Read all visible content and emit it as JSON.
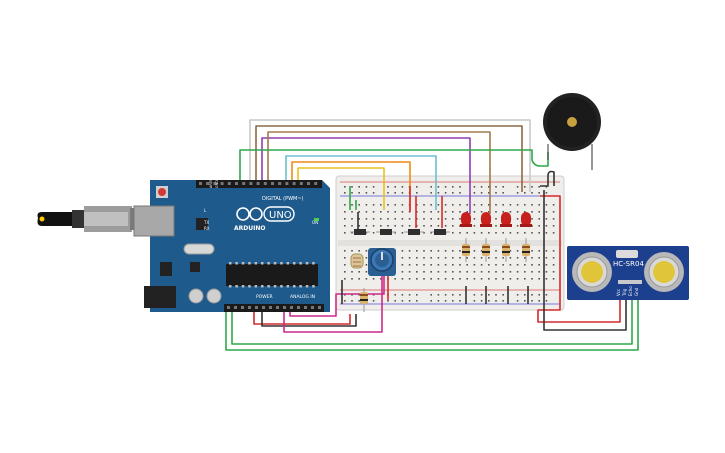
{
  "arduino": {
    "logo_text": "UNO",
    "brand_text": "ARDUINO",
    "digital_header": "DIGITAL (PWM~)",
    "power_header": "POWER",
    "analog_header": "ANALOG IN",
    "led_labels": [
      "L",
      "TX",
      "RX"
    ],
    "on_label": "ON",
    "aref_label": "AREF",
    "gnd_label": "GND"
  },
  "sensor": {
    "label": "HC-SR04",
    "pins": [
      "Vcc",
      "Trig",
      "Echo",
      "Gnd"
    ]
  },
  "colors": {
    "board": "#1f5a8c",
    "breadboard": "#efeeea",
    "wire_green": "#2ea84a",
    "wire_red": "#d42a2a",
    "wire_black": "#333333",
    "wire_purple": "#8e3fb0",
    "wire_brown": "#8b6a44",
    "wire_orange": "#f08a18",
    "wire_yellow": "#e8c21e",
    "wire_cyan": "#6bbfcf",
    "wire_gray": "#c9c9c9",
    "wire_pink": "#cc2a8a",
    "led_red": "#c8201c",
    "sensor_body": "#1c3f8e"
  }
}
